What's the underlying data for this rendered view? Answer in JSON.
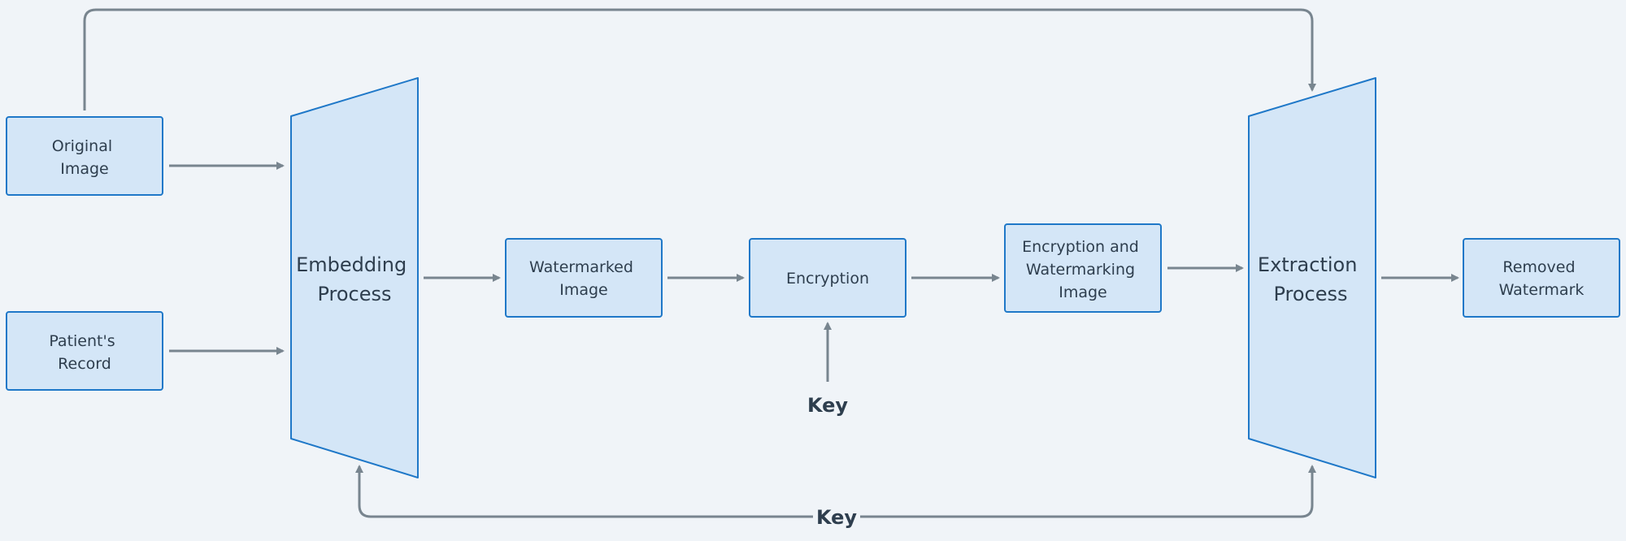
{
  "nodes": {
    "original_image": [
      "Original",
      "Image"
    ],
    "patient_record": [
      "Patient's",
      "Record"
    ],
    "embedding_process": [
      "Embedding",
      "Process"
    ],
    "watermarked_image": [
      "Watermarked",
      "Image"
    ],
    "encryption": [
      "Encryption"
    ],
    "encryption_watermarking_image": [
      "Encryption and",
      "Watermarking",
      "Image"
    ],
    "extraction_process": [
      "Extraction",
      "Process"
    ],
    "removed_watermark": [
      "Removed",
      "Watermark"
    ]
  },
  "keys": {
    "encryption_key": "Key",
    "shared_key": "Key"
  },
  "colors": {
    "background": "#f0f4f8",
    "node_fill": "#d4e6f7",
    "node_stroke": "#1f78c8",
    "connector": "#78858f",
    "text": "#2e3e4e"
  }
}
